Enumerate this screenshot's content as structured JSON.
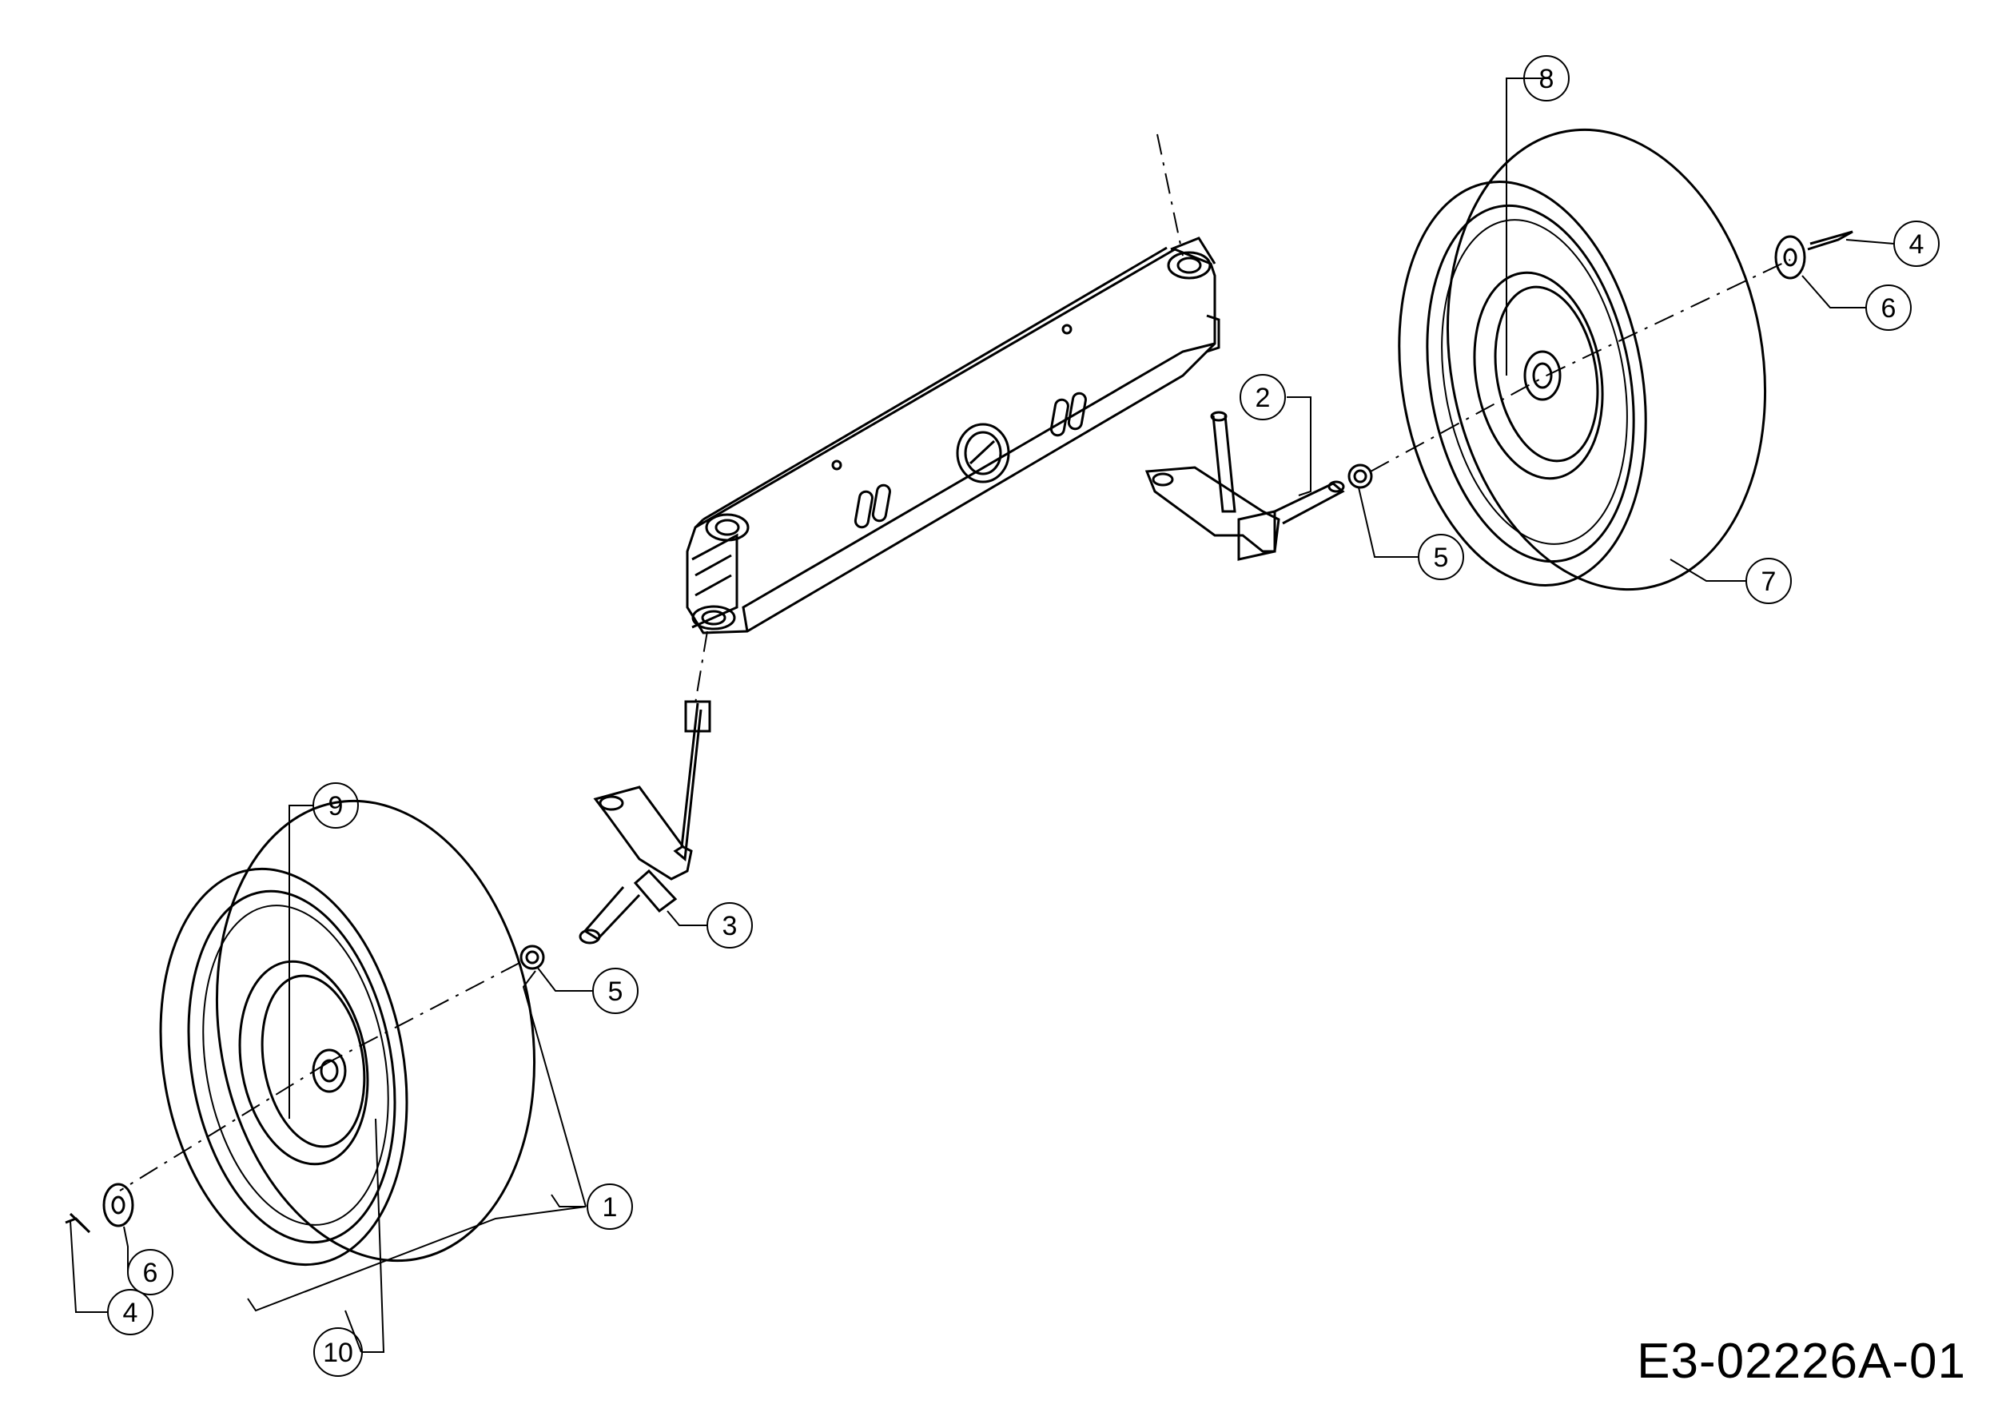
{
  "drawing_code": "E3-02226A-01",
  "callouts": [
    {
      "id": "c2",
      "label": "2"
    },
    {
      "id": "c3",
      "label": "3"
    },
    {
      "id": "c4a",
      "label": "4"
    },
    {
      "id": "c4b",
      "label": "4"
    },
    {
      "id": "c5a",
      "label": "5"
    },
    {
      "id": "c5b",
      "label": "5"
    },
    {
      "id": "c6a",
      "label": "6"
    },
    {
      "id": "c6b",
      "label": "6"
    },
    {
      "id": "c7",
      "label": "7"
    },
    {
      "id": "c8",
      "label": "8"
    },
    {
      "id": "c9",
      "label": "9"
    },
    {
      "id": "c10",
      "label": "10"
    },
    {
      "id": "c1",
      "label": "1"
    }
  ]
}
